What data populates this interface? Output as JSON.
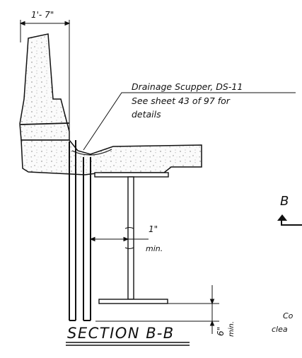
{
  "drawing": {
    "dim_top": "1'- 7\"",
    "note_line1": "Drainage Scupper, DS-11",
    "note_line2": "See sheet 43 of 97 for",
    "note_line3": "details",
    "dim_clear": "1\"",
    "dim_clear_unit": "min.",
    "dim_bottom": "6\"",
    "dim_bottom_unit": "min.",
    "section_title": "SECTION B-B",
    "marker_label": "B",
    "edge_text_1": "Co",
    "edge_text_2": "clea"
  },
  "colors": {
    "line": "#111111",
    "concrete_fill": "#f3f3f3",
    "steel_fill": "#ffffff"
  }
}
